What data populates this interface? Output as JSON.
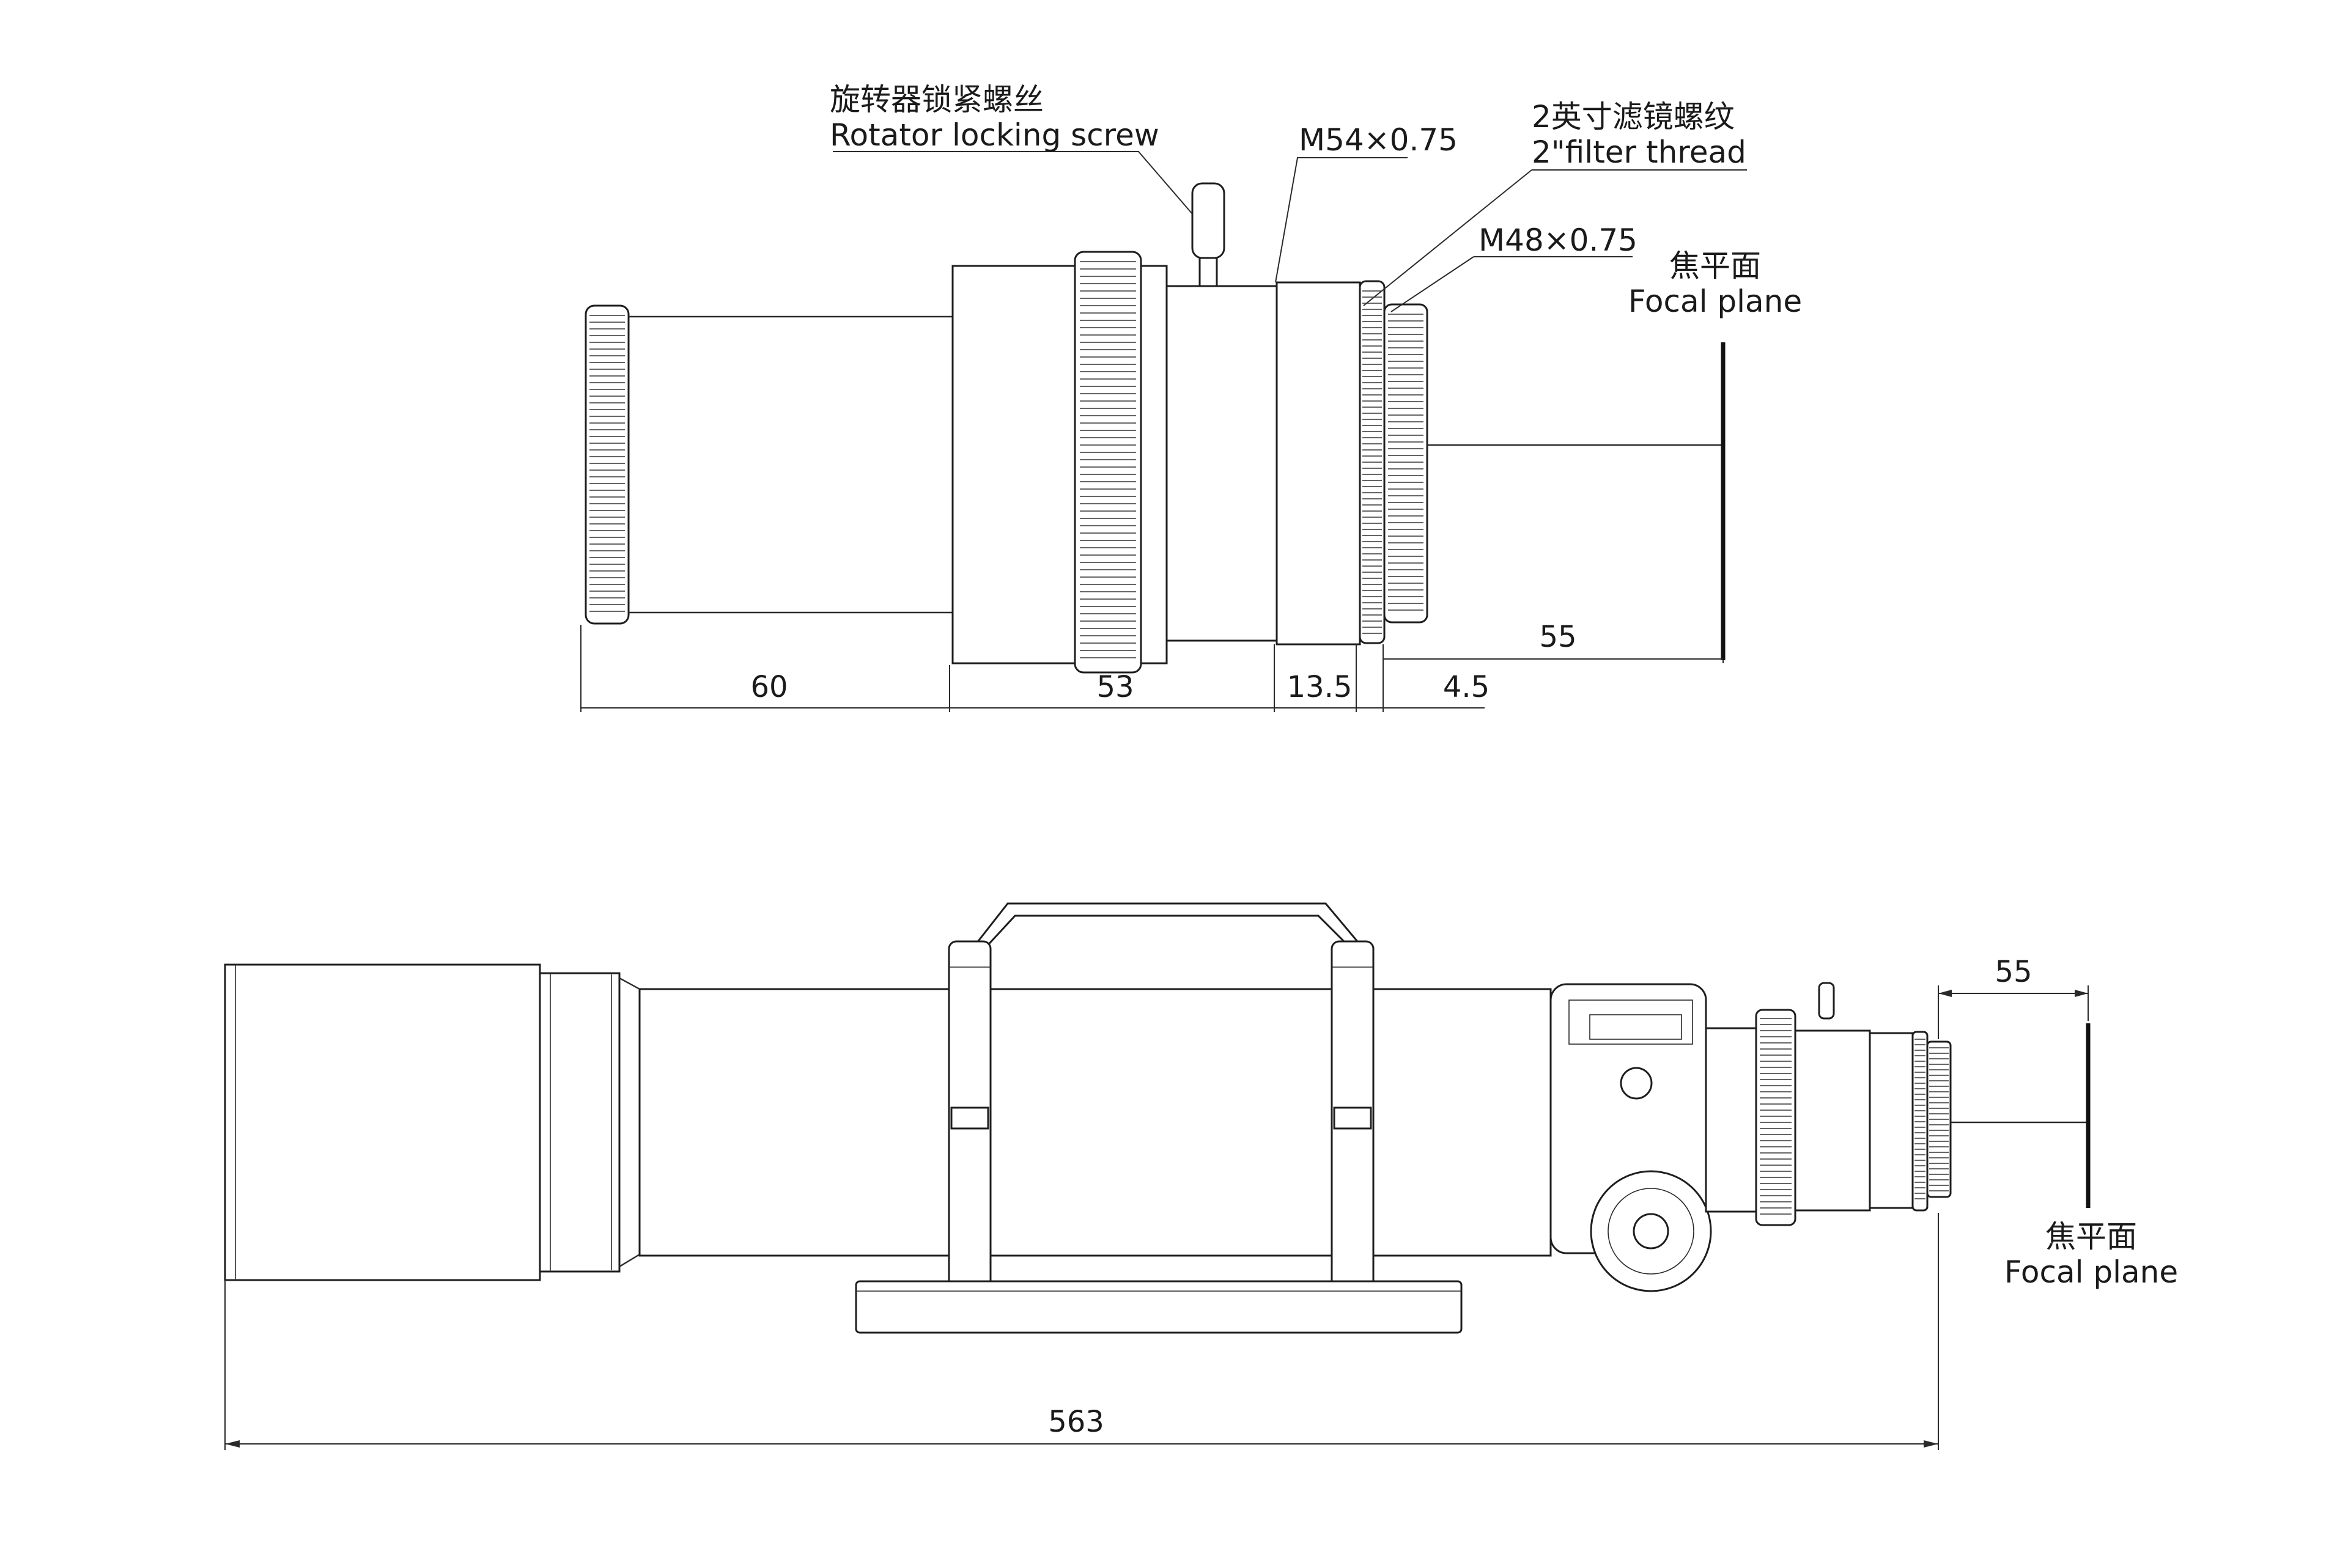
{
  "top_view": {
    "labels": {
      "rotator_cn": "旋转器锁紧螺丝",
      "rotator_en": "Rotator locking screw",
      "m54": "M54×0.75",
      "filter_cn": "2英寸滤镜螺纹",
      "filter_en": "2\"filter thread",
      "m48": "M48×0.75",
      "focal_cn": "焦平面",
      "focal_en": "Focal plane"
    },
    "dimensions": {
      "d60": "60",
      "d53": "53",
      "d13_5": "13.5",
      "d4_5": "4.5",
      "d55": "55"
    }
  },
  "bottom_view": {
    "labels": {
      "focal_cn": "焦平面",
      "focal_en": "Focal plane"
    },
    "dimensions": {
      "d55": "55",
      "d563": "563"
    }
  }
}
